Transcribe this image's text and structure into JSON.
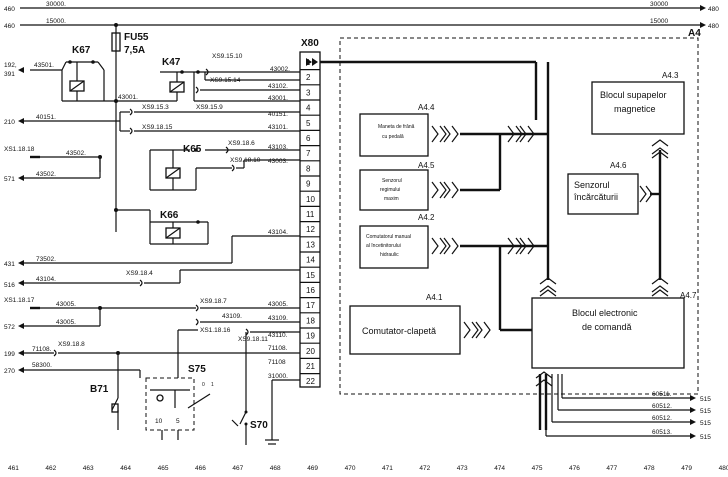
{
  "top_lines": [
    {
      "left": "460",
      "mid": "30000.",
      "right_label": "30000",
      "right": "480"
    },
    {
      "left": "460",
      "mid": "15000.",
      "right_label": "15000",
      "right": "480"
    }
  ],
  "fuse": {
    "name": "FU55",
    "rating": "7,5A"
  },
  "connector": {
    "name": "X80",
    "pins": [
      "1",
      "2",
      "3",
      "4",
      "5",
      "6",
      "7",
      "8",
      "9",
      "10",
      "11",
      "12",
      "13",
      "14",
      "15",
      "16",
      "17",
      "18",
      "19",
      "20",
      "21",
      "22"
    ]
  },
  "relays": {
    "k67": "K67",
    "k47": "K47",
    "k65": "K65",
    "k66": "K66"
  },
  "components": {
    "b71": "B71",
    "s75": "S75",
    "s70": "S70"
  },
  "left_refs": {
    "r192": "192,",
    "r391": "391",
    "r210": "210",
    "r571": "571",
    "r431": "431",
    "r516": "516",
    "r572": "572",
    "r199": "199",
    "r270": "270",
    "xs1_18_18": "XS1.18.18",
    "xs1_18_17": "XS1.18.17"
  },
  "wires": {
    "w43501": "43501.",
    "w43001a": "43001.",
    "w40151a": "40151.",
    "w43502a": "43502.",
    "w43502b": "43502.",
    "w73502": "73502.",
    "w43104a": "43104.",
    "w43005a": "43005.",
    "w43005b": "43005.",
    "w71108a": "71108.",
    "w58300": "58300.",
    "w43002": "43002.",
    "w43102": "43102.",
    "w43001b": "43001.",
    "w40151b": "40151.",
    "w43101": "43101.",
    "w43103": "43103.",
    "w43003": "43003.",
    "w43104b": "43104.",
    "w43005c": "43005.",
    "w43109a": "43109.",
    "w43109b": "43109.",
    "w43110": "43110.",
    "w71108b": "71108.",
    "w71108c": "71108",
    "w31000": "31000."
  },
  "connector_refs": {
    "xs9_15_10": "XS9.15.10",
    "xs9_15_14": "XS9.15.14",
    "xs9_15_9": "XS9.15.9",
    "xs9_15_3": "XS9.15.3",
    "xs9_18_15": "XS9.18.15",
    "xs9_18_6": "XS9.18.6",
    "xs9_18_10": "XS9.18.10",
    "xs9_18_4": "XS9.18.4",
    "xs9_18_7": "XS9.18.7",
    "xs1_18_16": "XS1.18.16",
    "xs9_18_11": "XS9.18.11",
    "xs9_18_8": "XS9.18.8"
  },
  "s75_pins": {
    "p10": "10",
    "p5": "5",
    "p0": "0",
    "p1": "1"
  },
  "module": {
    "name": "A4",
    "blocks": {
      "a44": {
        "id": "A4.4",
        "lines": [
          "Maneta de frână",
          "cu pedală"
        ]
      },
      "a45": {
        "id": "A4.5",
        "lines": [
          "Senzorul",
          "regimului",
          "maxim"
        ]
      },
      "a42": {
        "id": "A4.2",
        "lines": [
          "Comutatorul manual",
          "al încetinitorului",
          "hidraulic"
        ]
      },
      "a41": {
        "id": "A4.1",
        "lines": [
          "Comutator-clapetă"
        ]
      },
      "a43": {
        "id": "A4.3",
        "lines": [
          "Blocul supapelor",
          "magnetice"
        ]
      },
      "a46": {
        "id": "A4.6",
        "lines": [
          "Senzorul",
          "încărcăturii"
        ]
      },
      "a47": {
        "id": "A4.7",
        "lines": [
          "Blocul electronic",
          "de comandă"
        ]
      }
    }
  },
  "outputs": [
    {
      "wire": "60511.",
      "ref": "515"
    },
    {
      "wire": "60512.",
      "ref": "515"
    },
    {
      "wire": "60512.",
      "ref": "515"
    },
    {
      "wire": "60513.",
      "ref": "515"
    }
  ],
  "grid_numbers": [
    "461",
    "462",
    "463",
    "464",
    "465",
    "466",
    "467",
    "468",
    "469",
    "470",
    "471",
    "472",
    "473",
    "474",
    "475",
    "476",
    "477",
    "478",
    "479",
    "480"
  ]
}
